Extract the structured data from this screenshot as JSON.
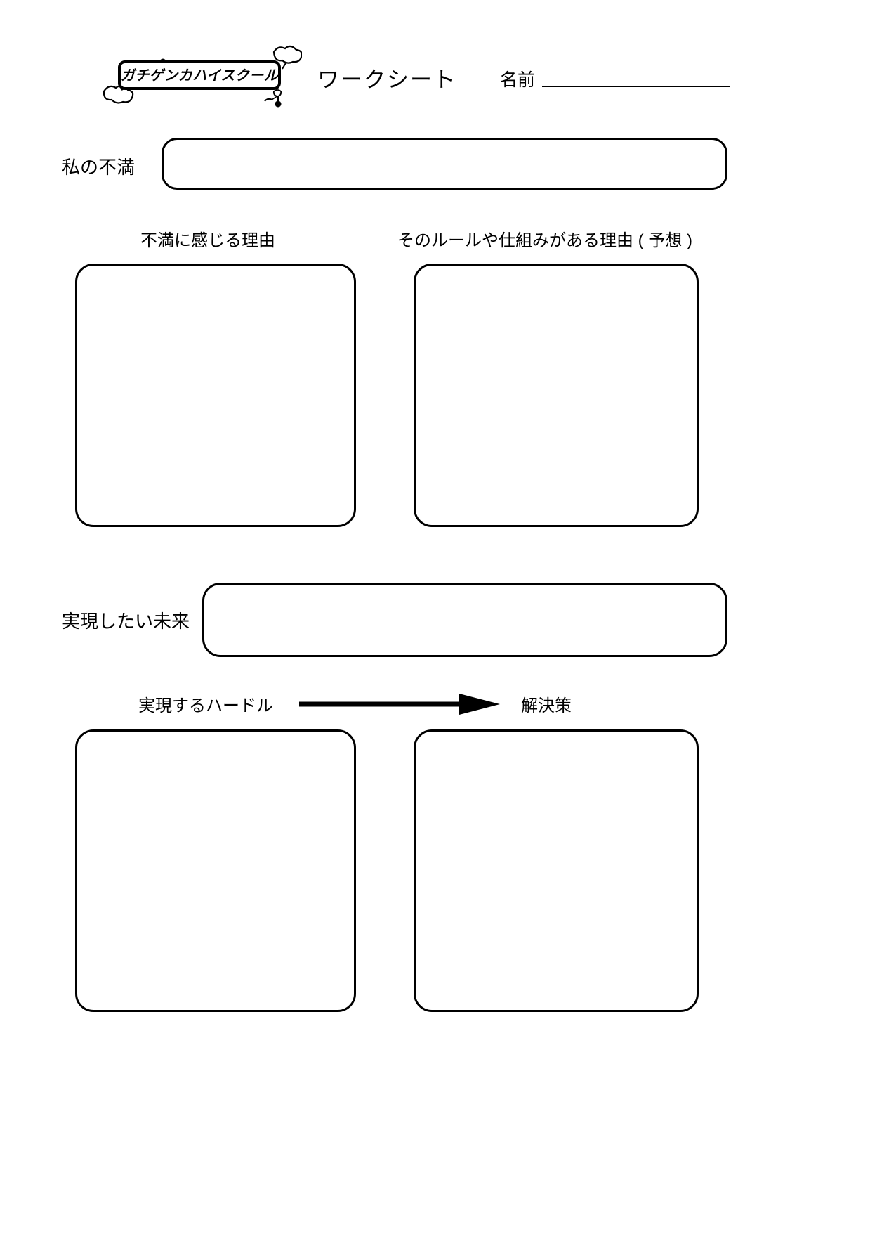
{
  "page": {
    "title": "ワークシート",
    "background_color": "#ffffff",
    "ink_color": "#000000"
  },
  "header": {
    "logo_text": "ガチゲンカハイスクール",
    "logo_icon": "stick-figure-cloud-decoration",
    "worksheet_title": "ワークシート",
    "name_label": "名前",
    "name_value": ""
  },
  "sections": {
    "complaint": {
      "label": "私の不満",
      "value": "",
      "placeholder": ""
    },
    "reasons": {
      "left": {
        "header": "不満に感じる理由",
        "value": ""
      },
      "right": {
        "header": "そのルールや仕組みがある理由 ( 予想 )",
        "value": ""
      }
    },
    "future": {
      "label": "実現したい未来",
      "value": "",
      "placeholder": ""
    },
    "solve": {
      "left": {
        "header": "実現するハードル",
        "value": ""
      },
      "arrow_icon": "right-arrow-icon",
      "right": {
        "header": "解決策",
        "value": ""
      }
    }
  }
}
